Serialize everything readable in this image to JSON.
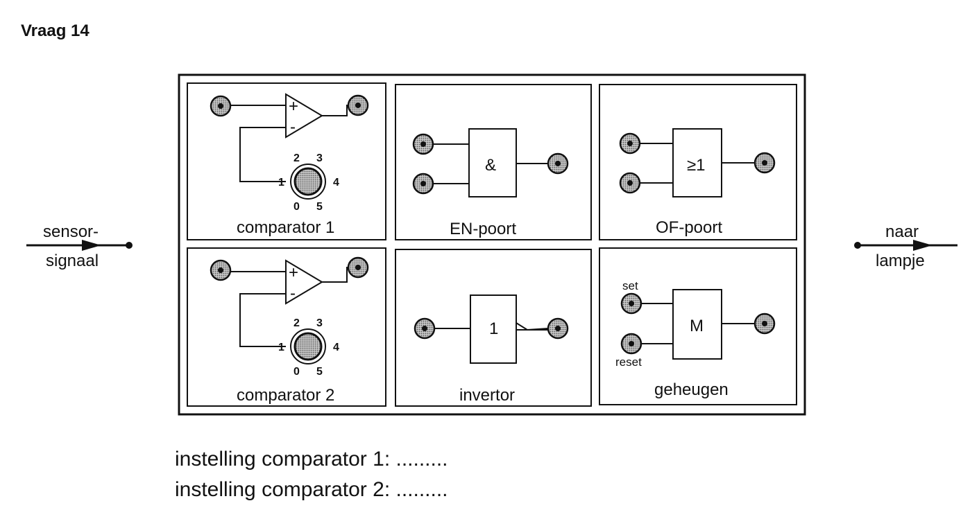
{
  "title": "Vraag 14",
  "input_label": [
    "sensor-",
    "signaal"
  ],
  "output_label": [
    "naar",
    "lampje"
  ],
  "modules": {
    "comparator1": {
      "name": "comparator 1",
      "plus": "+",
      "minus": "-",
      "dial": [
        "2",
        "3",
        "1",
        "4",
        "0",
        "5"
      ]
    },
    "comparator2": {
      "name": "comparator 2",
      "plus": "+",
      "minus": "-",
      "dial": [
        "2",
        "3",
        "1",
        "4",
        "0",
        "5"
      ]
    },
    "en_poort": {
      "name": "EN-poort",
      "symbol": "&"
    },
    "of_poort": {
      "name": "OF-poort",
      "symbol": "≥1"
    },
    "invertor": {
      "name": "invertor",
      "symbol": "1"
    },
    "geheugen": {
      "name": "geheugen",
      "symbol": "M",
      "set": "set",
      "reset": "reset"
    }
  },
  "questions": [
    "instelling comparator 1: .........",
    "instelling comparator 2: ........."
  ]
}
